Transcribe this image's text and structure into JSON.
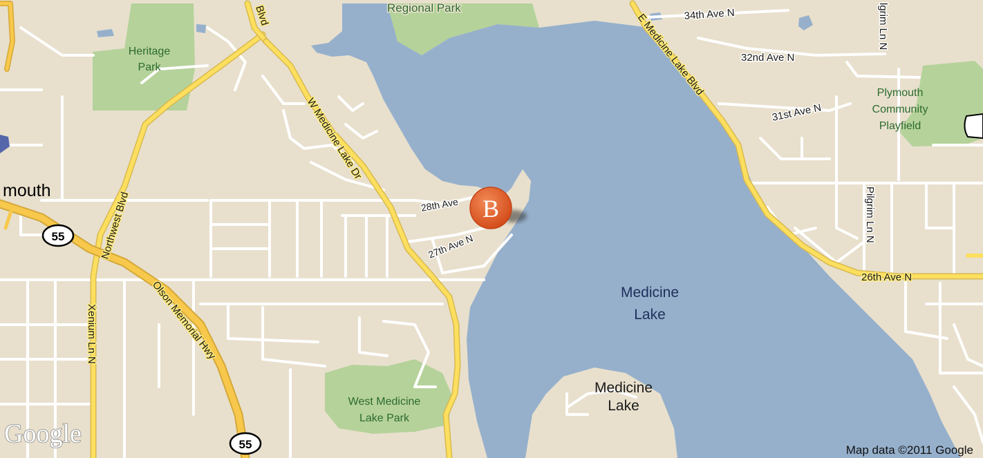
{
  "colors": {
    "land": "#e8e0cd",
    "water": "#96b0cc",
    "park": "#b5d29a",
    "minor_road": "#ffffff",
    "major_road": "#fddf5f",
    "highway": "#f7c84b",
    "marker": "#e5602a"
  },
  "labels": {
    "regional_park": "Regional Park",
    "heritage_park_1": "Heritage",
    "heritage_park_2": "Park",
    "blvd": "Blvd",
    "w_medicine_lake_dr": "W Medicine Lake Dr",
    "northwest_blvd": "Northwest Blvd",
    "plymouth_partial": "mouth",
    "hwy_55_a": "55",
    "hwy_55_b": "55",
    "olson_memorial_hwy": "Olson Memorial Hwy",
    "xenium_ln_n": "Xenium Ln N",
    "ave_28th": "28th Ave",
    "ave_27th": "27th Ave N",
    "west_medicine_lake_park_1": "West Medicine",
    "west_medicine_lake_park_2": "Lake Park",
    "medicine_lake_water_1": "Medicine",
    "medicine_lake_water_2": "Lake",
    "medicine_lake_town_1": "Medicine",
    "medicine_lake_town_2": "Lake",
    "e_medicine_lake_blvd": "E Medicine Lake Blvd",
    "ave_34th": "34th Ave N",
    "ave_32nd": "32nd Ave N",
    "ave_31st": "31st Ave N",
    "ave_26th": "26th Ave N",
    "pilgrim_ln_n_top": "lgrim Ln N",
    "pilgrim_ln_n_mid": "Pilgrim Ln N",
    "plymouth_playfield_1": "Plymouth",
    "plymouth_playfield_2": "Community",
    "plymouth_playfield_3": "Playfield"
  },
  "marker": {
    "letter": "B"
  },
  "branding": {
    "logo": "Google",
    "attribution": "Map data ©2011 Google"
  }
}
